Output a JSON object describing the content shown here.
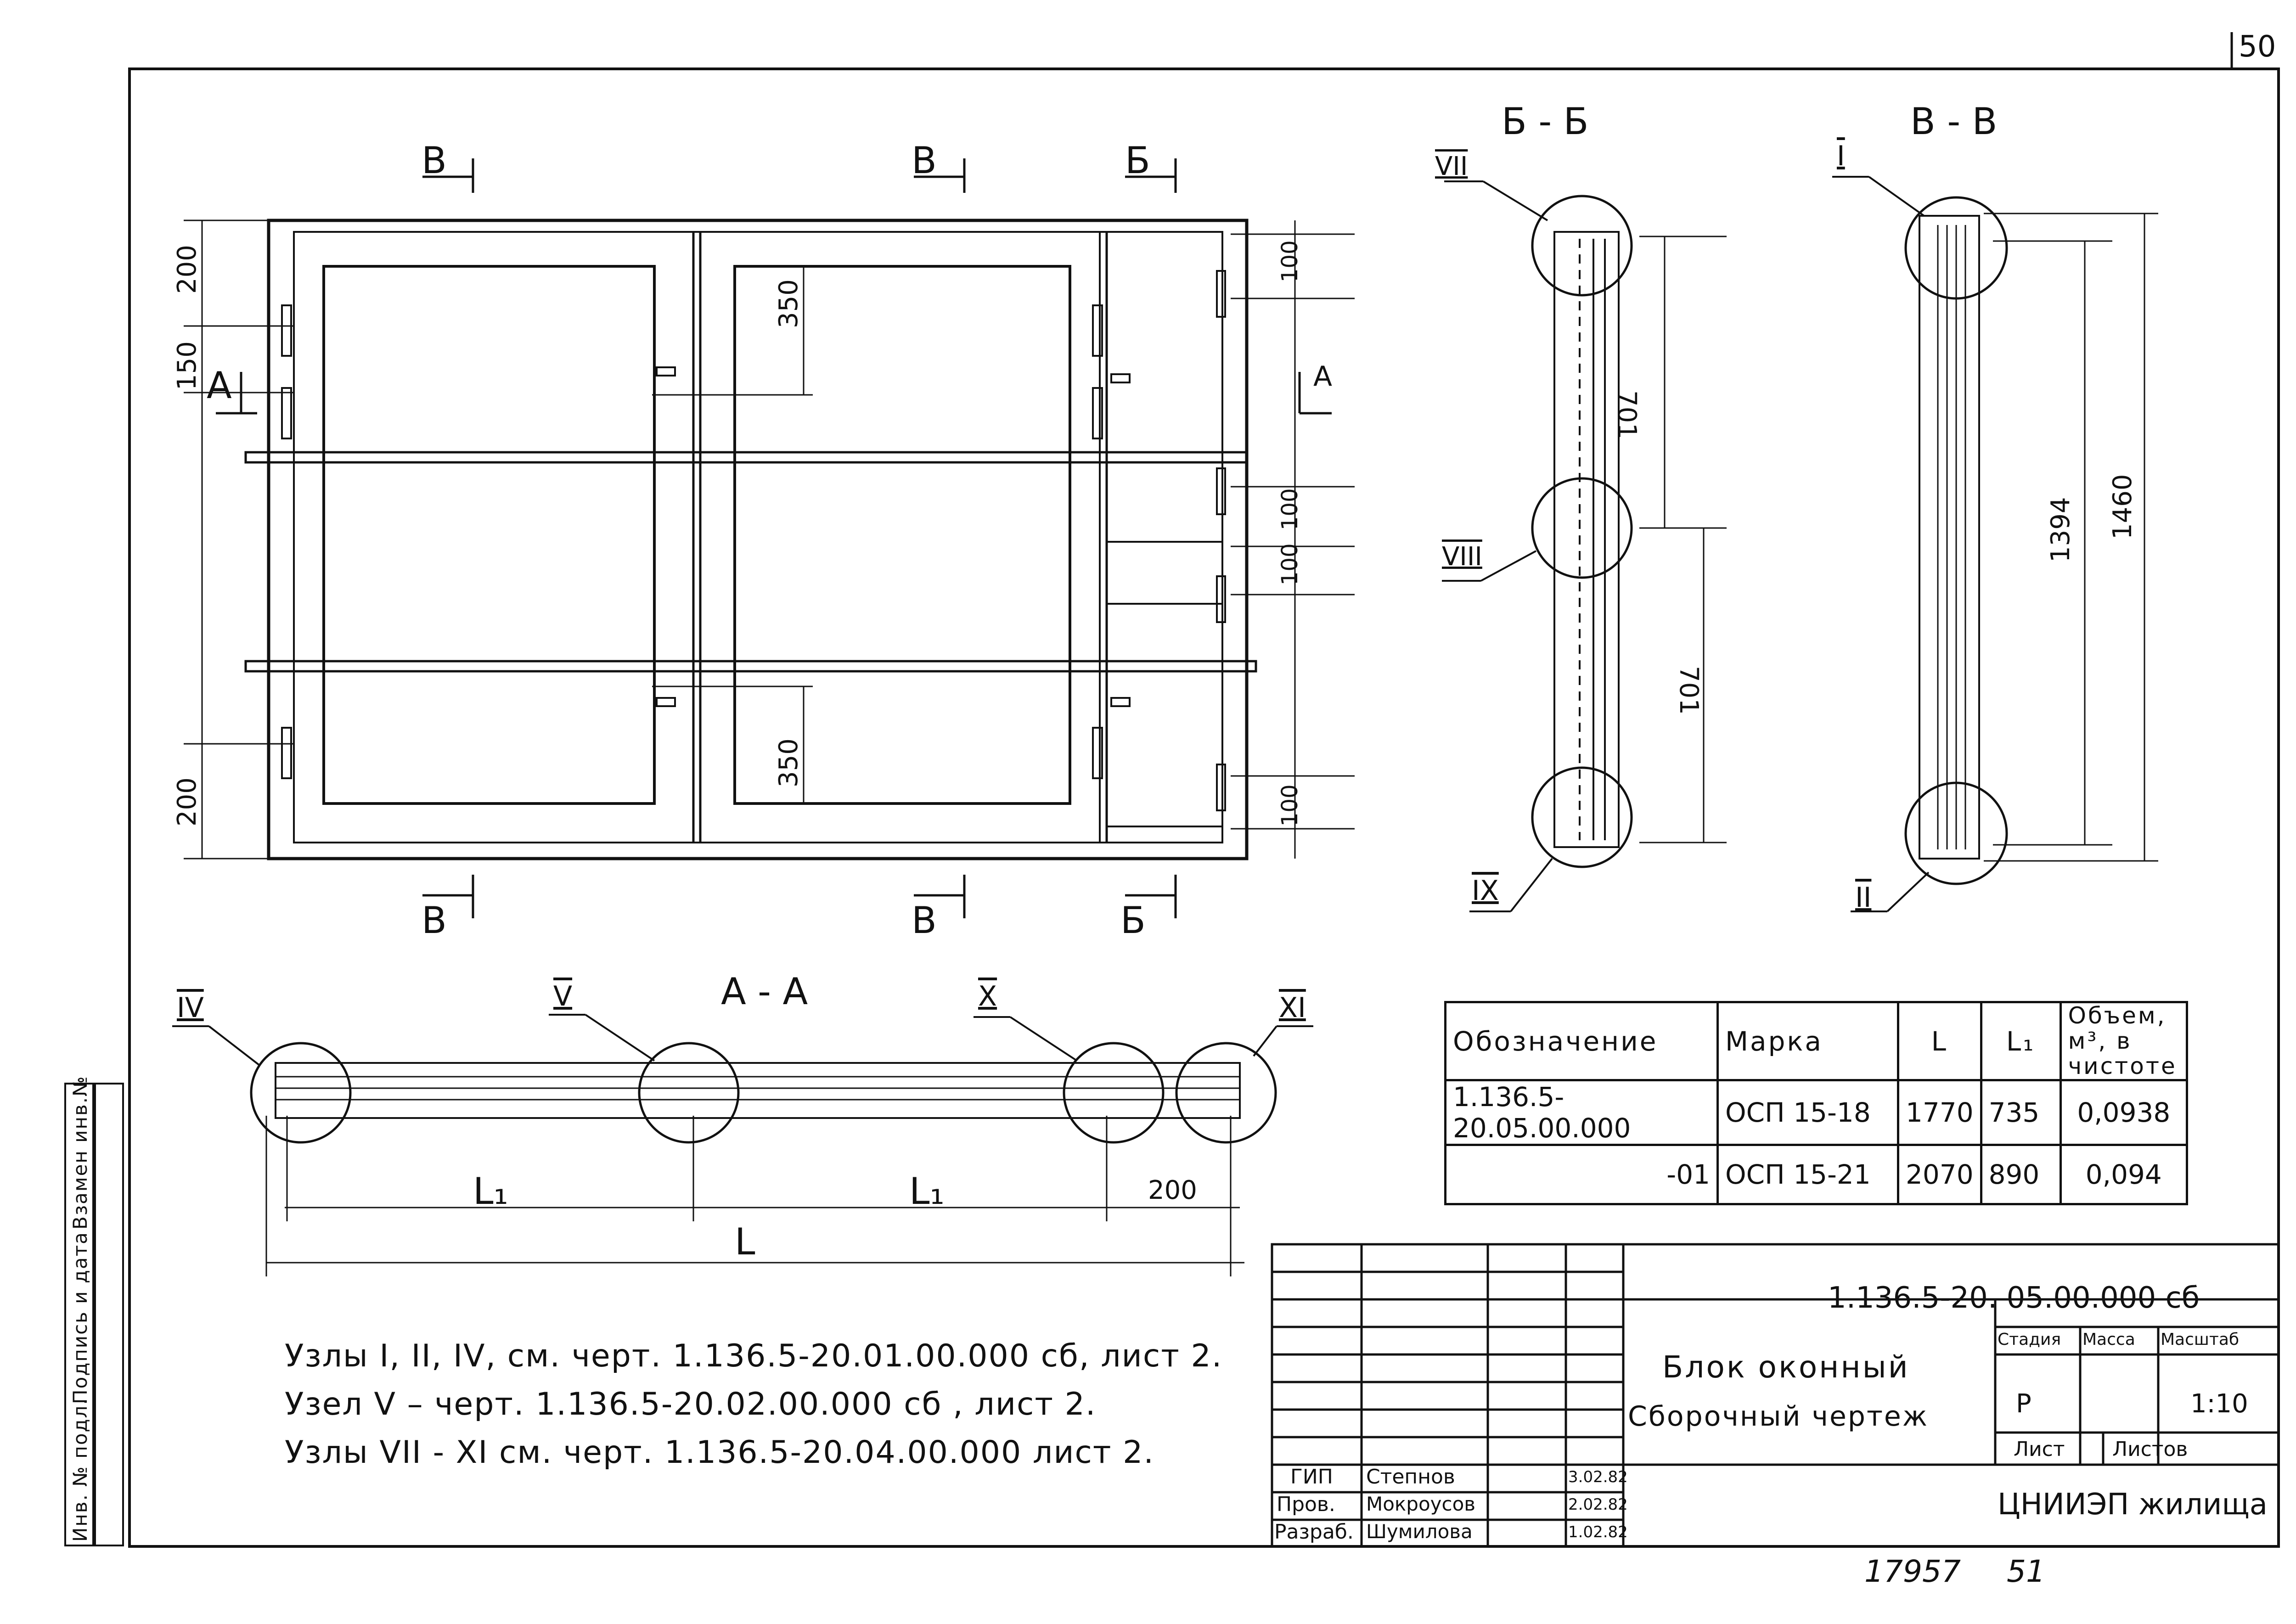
{
  "sheet_number": "50",
  "sections": {
    "bb": "Б - Б",
    "vv": "В - В",
    "aa": "А - А"
  },
  "cut_marks": {
    "v": "В",
    "b": "Б",
    "a": "А"
  },
  "nodes": {
    "n1": "I",
    "n2": "II",
    "n4": "IV",
    "n5": "V",
    "n7": "VII",
    "n8": "VIII",
    "n9": "IX",
    "n10": "X",
    "n11": "XI"
  },
  "dims": {
    "d200": "200",
    "d150": "150",
    "d350": "350",
    "d100": "100",
    "d701": "701",
    "d1394": "1394",
    "d1460": "1460",
    "L": "L",
    "L1": "L₁"
  },
  "spec_table": {
    "headers": [
      "Обозначение",
      "Марка",
      "L",
      "L₁",
      "Объем, м³, в чистоте"
    ],
    "rows": [
      [
        "1.136.5-20.05.00.000",
        "ОСП 15-18",
        "1770",
        "735",
        "0,0938"
      ],
      [
        "-01",
        "ОСП 15-21",
        "2070",
        "890",
        "0,094"
      ]
    ]
  },
  "notes": [
    "Узлы I, II, IV, см. черт. 1.136.5-20.01.00.000 сб, лист 2.",
    "Узел V – черт. 1.136.5-20.02.00.000 сб , лист 2.",
    "Узлы VII - XI см. черт. 1.136.5-20.04.00.000   лист 2."
  ],
  "title_block": {
    "code": "1.136.5-20. 05.00.000 сб",
    "title_line1": "Блок оконный",
    "title_line2": "Сборочный чертеж",
    "stage_header": "Стадия",
    "mass_header": "Масса",
    "scale_header": "Масштаб",
    "stage": "Р",
    "scale": "1:10",
    "sheet_label": "Лист",
    "sheets_label": "Листов",
    "org": "ЦНИИЭП жилища",
    "roles": [
      "ГИП",
      "Пров.",
      "Разраб."
    ],
    "names": [
      "Степнов",
      "Мокроусов",
      "Шумилова"
    ],
    "dates": [
      "3.02.82",
      "2.02.82",
      "1.02.82"
    ]
  },
  "sidebar": {
    "inv": "Инв. № подл.",
    "sign": "Подпись и дата",
    "replace": "Взамен инв.№"
  },
  "footer_numbers": {
    "a": "17957",
    "b": "51"
  }
}
